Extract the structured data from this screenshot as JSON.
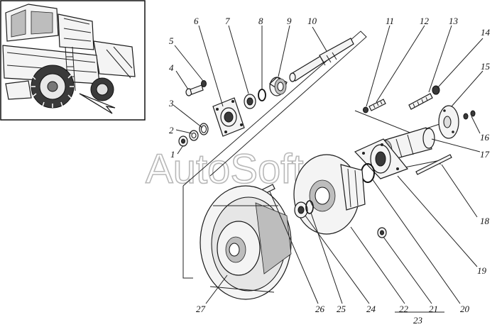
{
  "watermark": "AutoSoft",
  "callouts": [
    {
      "id": "1",
      "text": "1"
    },
    {
      "id": "2",
      "text": "2"
    },
    {
      "id": "3",
      "text": "3"
    },
    {
      "id": "4",
      "text": "4"
    },
    {
      "id": "5",
      "text": "5"
    },
    {
      "id": "6",
      "text": "6"
    },
    {
      "id": "7",
      "text": "7"
    },
    {
      "id": "8",
      "text": "8"
    },
    {
      "id": "9",
      "text": "9"
    },
    {
      "id": "10",
      "text": "10"
    },
    {
      "id": "11",
      "text": "11"
    },
    {
      "id": "12",
      "text": "12"
    },
    {
      "id": "13",
      "text": "13"
    },
    {
      "id": "14",
      "text": "14"
    },
    {
      "id": "15",
      "text": "15"
    },
    {
      "id": "16",
      "text": "16"
    },
    {
      "id": "17",
      "text": "17"
    },
    {
      "id": "18",
      "text": "18"
    },
    {
      "id": "19",
      "text": "19"
    },
    {
      "id": "20",
      "text": "20"
    },
    {
      "id": "21",
      "text": "21"
    },
    {
      "id": "22",
      "text": "22"
    },
    {
      "id": "23",
      "text": "23"
    },
    {
      "id": "24",
      "text": "24"
    },
    {
      "id": "25",
      "text": "25"
    },
    {
      "id": "26",
      "text": "26"
    },
    {
      "id": "27",
      "text": "27"
    }
  ]
}
